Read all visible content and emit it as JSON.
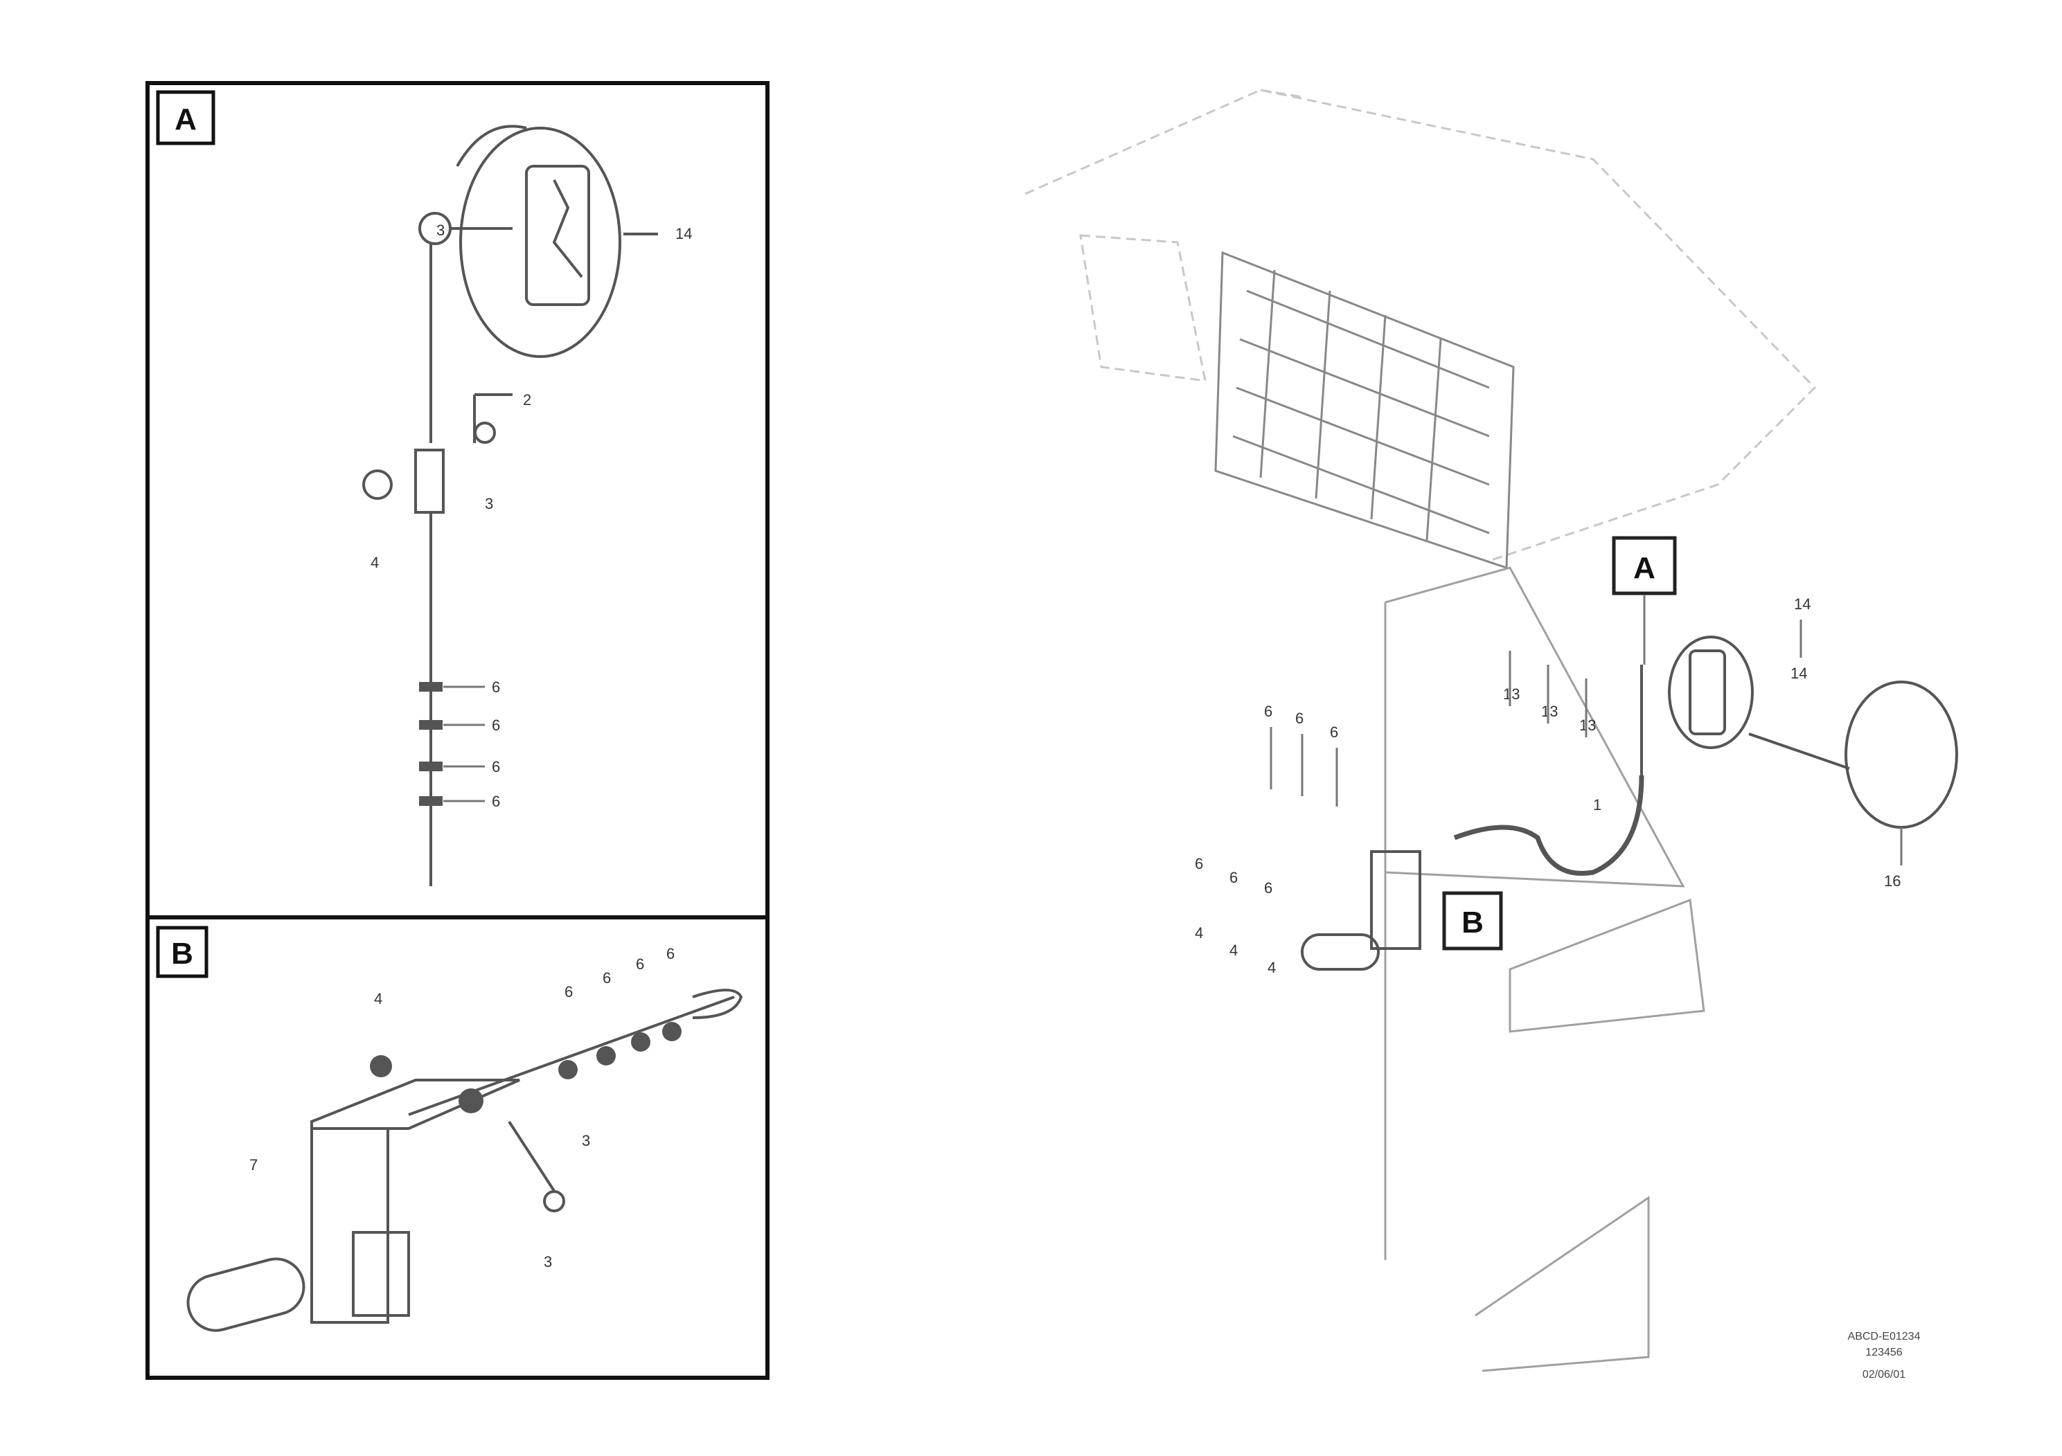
{
  "callouts": {
    "A": "A",
    "B": "B"
  },
  "detail_a_labels": [
    "14",
    "2",
    "3",
    "3",
    "4",
    "6",
    "6",
    "6",
    "6"
  ],
  "detail_b_labels": [
    "4",
    "6",
    "6",
    "6",
    "6",
    "3",
    "3",
    "7"
  ],
  "main_labels": [
    "1",
    "6",
    "6",
    "6",
    "13",
    "13",
    "13",
    "6",
    "6",
    "6",
    "4",
    "4",
    "4",
    "14",
    "14",
    "16"
  ],
  "footer": {
    "line1": "ABCD-E01234",
    "line2": "123456",
    "line3": "02/06/01"
  }
}
